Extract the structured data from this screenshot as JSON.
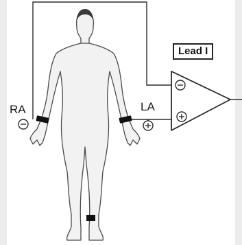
{
  "diagram": {
    "lead_label": "Lead I",
    "right_arm_label": "RA",
    "left_arm_label": "LA"
  },
  "colors": {
    "line": "#2b2b2b",
    "body_fill": "#f2f2f2",
    "body_outline": "#4a4a4a",
    "hair": "#3a3a3a",
    "electrode": "#111111",
    "background": "#ffffff"
  }
}
